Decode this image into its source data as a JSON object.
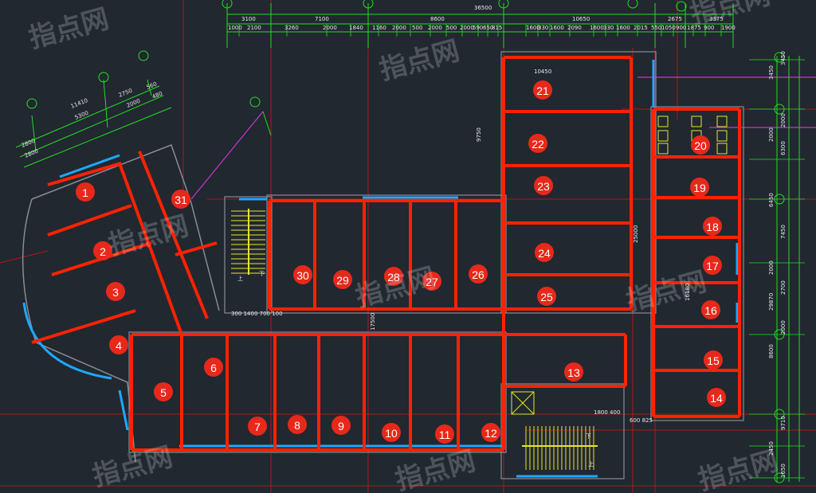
{
  "drawing": {
    "watermark": "指点网",
    "top_dims": {
      "overall": "36500",
      "axis_row": [
        "3100",
        "7100",
        "8600",
        "10650",
        "2675",
        "3375"
      ],
      "detail_row": [
        "1000",
        "2100",
        "3260",
        "2000",
        "1840",
        "1160",
        "2000",
        "500",
        "2000",
        "500",
        "2000",
        "590",
        "650",
        "815",
        "1600",
        "330",
        "1600",
        "2090",
        "1600",
        "330",
        "1600",
        "2015",
        "550",
        "1050",
        "900",
        "1875",
        "900",
        "1900"
      ]
    },
    "right_dims": [
      "3450",
      "3450",
      "2000",
      "2000",
      "6300",
      "6450",
      "7450",
      "2000",
      "2700",
      "29870",
      "2000",
      "8600",
      "9710",
      "2450",
      "1650"
    ],
    "inner_dims": {
      "top_span": "10450",
      "right_span": "25000",
      "mid_span": "17500",
      "col_span": "16180",
      "upper_span": "9750",
      "stair_dims": "300 1400 700 100",
      "door_dims": "1800  400",
      "door_dims2": "600 825",
      "left_dims": [
        "11410",
        "5300",
        "2750",
        "2000",
        "2800",
        "2800",
        "560",
        "480"
      ]
    },
    "stair_up": "上",
    "stair_down": "下",
    "rooms": [
      "1",
      "2",
      "3",
      "4",
      "5",
      "6",
      "7",
      "8",
      "9",
      "10",
      "11",
      "12",
      "13",
      "14",
      "15",
      "16",
      "17",
      "18",
      "19",
      "20",
      "21",
      "22",
      "23",
      "24",
      "25",
      "26",
      "27",
      "28",
      "29",
      "30",
      "31"
    ],
    "colors": {
      "background": "#212830",
      "room_outline": "#ff2200",
      "label_fill": "#e8281a",
      "dimension": "#22dd22",
      "axis": "#b01818",
      "wall": "#8a8a96",
      "window": "#1ea8ff",
      "stair": "#e6e62a",
      "magenta": "#cc33cc"
    }
  }
}
